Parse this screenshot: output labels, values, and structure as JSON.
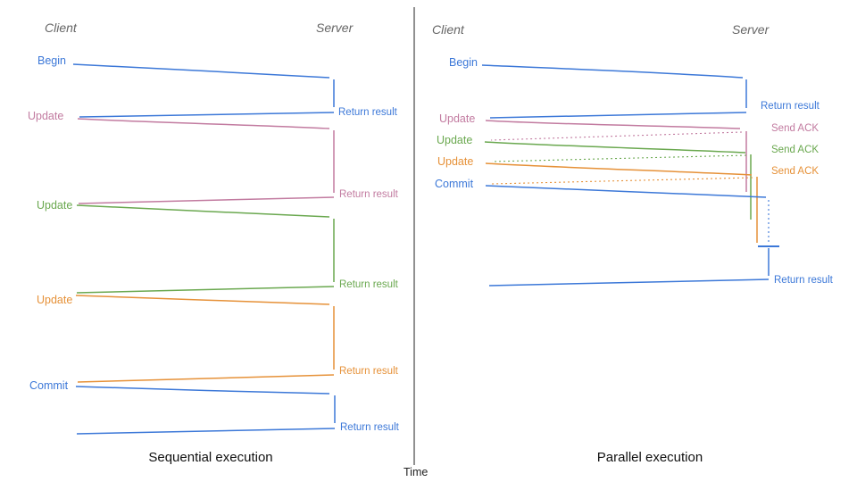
{
  "diagram": {
    "left_panel": {
      "client_header": "Client",
      "server_header": "Server",
      "caption": "Sequential execution",
      "messages": [
        {
          "label": "Begin",
          "color": "#3c78d8",
          "response": "Return result"
        },
        {
          "label": "Update",
          "color": "#c27ba0",
          "response": "Return result"
        },
        {
          "label": "Update",
          "color": "#6aa84f",
          "response": "Return result"
        },
        {
          "label": "Update",
          "color": "#e69138",
          "response": "Return result"
        },
        {
          "label": "Commit",
          "color": "#3c78d8",
          "response": "Return result"
        }
      ]
    },
    "right_panel": {
      "client_header": "Client",
      "server_header": "Server",
      "caption": "Parallel execution",
      "messages": [
        {
          "label": "Begin",
          "color": "#3c78d8",
          "response": "Return result"
        },
        {
          "label": "Update",
          "color": "#c27ba0",
          "response": "Send ACK"
        },
        {
          "label": "Update",
          "color": "#6aa84f",
          "response": "Send ACK"
        },
        {
          "label": "Update",
          "color": "#e69138",
          "response": "Send ACK"
        },
        {
          "label": "Commit",
          "color": "#3c78d8",
          "response": "Return result"
        }
      ]
    },
    "time_axis": {
      "label": "Time"
    },
    "colors": {
      "blue": "#3c78d8",
      "pink": "#c27ba0",
      "green": "#6aa84f",
      "orange": "#e69138",
      "axis": "#555555",
      "header_gray": "#666666"
    }
  }
}
